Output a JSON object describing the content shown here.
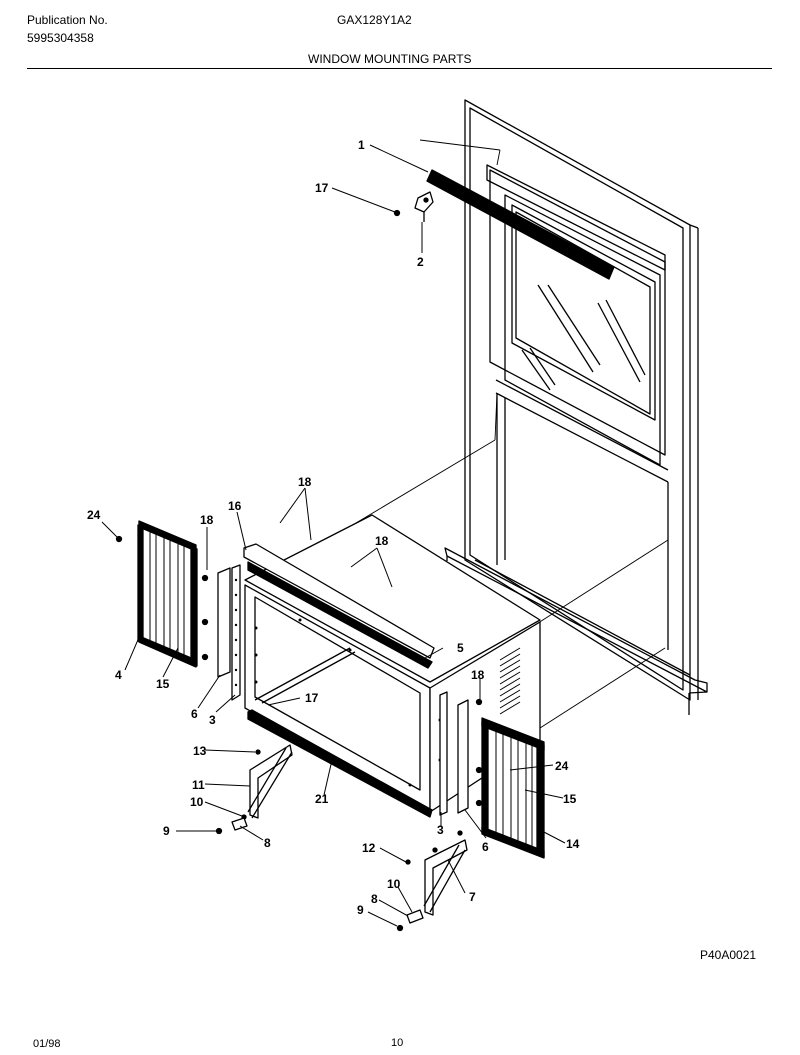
{
  "header": {
    "publication_label": "Publication No.",
    "publication_number": "5995304358",
    "model": "GAX128Y1A2",
    "section_title": "WINDOW MOUNTING PARTS"
  },
  "diagram_id": "P40A0021",
  "footer": {
    "date": "01/98",
    "page": "10"
  },
  "callouts": [
    "1",
    "17",
    "2",
    "18",
    "18",
    "16",
    "24",
    "18",
    "4",
    "15",
    "6",
    "3",
    "5",
    "17",
    "18",
    "13",
    "11",
    "10",
    "9",
    "8",
    "21",
    "3",
    "24",
    "15",
    "6",
    "14",
    "12",
    "10",
    "8",
    "9",
    "7"
  ]
}
